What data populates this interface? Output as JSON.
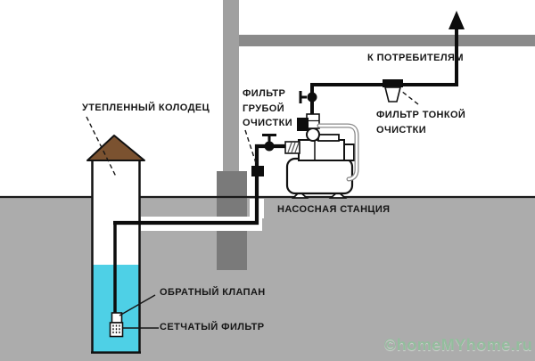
{
  "labels": {
    "insulated_well": "УТЕПЛЕННЫЙ КОЛОДЕЦ",
    "coarse_filter_lines": [
      "ФИЛЬТР",
      "ГРУБОЙ",
      "ОЧИСТКИ"
    ],
    "to_consumers": "К ПОТРЕБИТЕЛЯМ",
    "fine_filter_lines": [
      "ФИЛЬТР ТОНКОЙ",
      "ОЧИСТКИ"
    ],
    "pump_station": "НАСОСНАЯ СТАНЦИЯ",
    "check_valve": "ОБРАТНЫЙ КЛАПАН",
    "mesh_filter": "СЕТЧАТЫЙ ФИЛЬТР"
  },
  "watermark": "©homeMYhome.ru",
  "colors": {
    "ground": "#acacac",
    "house_wall": "#a0a0a0",
    "foundation": "#7a7a7a",
    "ceiling_beam": "#8a8a8a",
    "well_water": "#4ed0e6",
    "roof_brown": "#7b5230",
    "pipe_black": "#0d0d0d",
    "watermark_green": "#93bd9d"
  }
}
